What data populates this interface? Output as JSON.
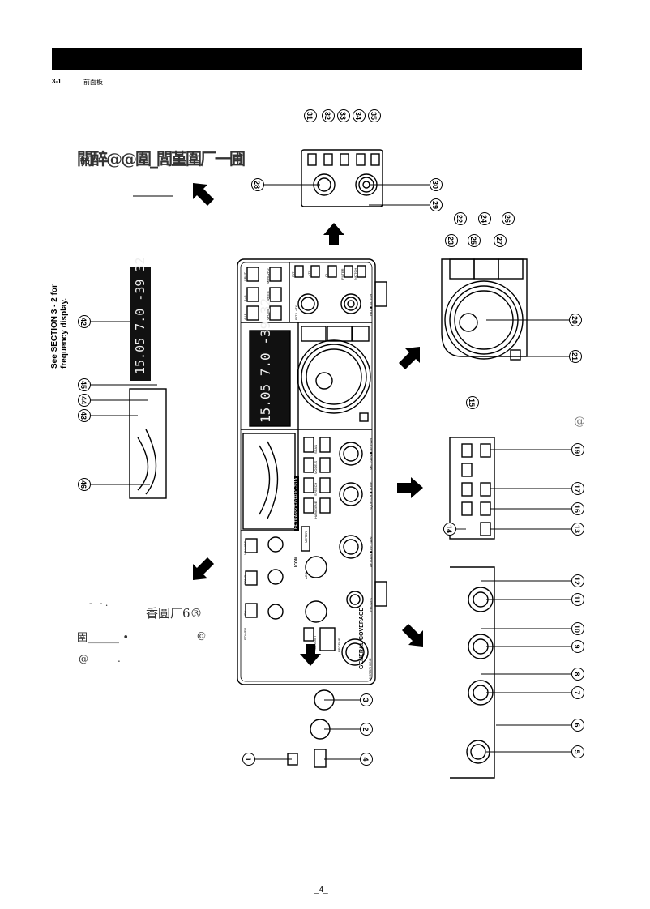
{
  "header": {
    "section_number": "3-1",
    "section_title": "前面板"
  },
  "notes": {
    "frequency_note_line1": "See SECTION 3 - 2 for",
    "frequency_note_line2": "frequency display."
  },
  "display": {
    "frequency": "15.05 7.0 -39 32"
  },
  "ocr_artifacts": {
    "top_left": "關醉@@圍_閭堇圍厂一圃",
    "left_mid_1": "- _- .",
    "left_mid_2": "香圓厂6®",
    "left_mid_3": "圉______-•",
    "left_mid_4": "@",
    "left_mid_5": "@______.",
    "right_mid": "@"
  },
  "callouts": [
    "1",
    "2",
    "3",
    "4",
    "5",
    "6",
    "7",
    "8",
    "9",
    "10",
    "11",
    "12",
    "13",
    "14",
    "15",
    "16",
    "17",
    "19",
    "20",
    "21",
    "22",
    "23",
    "24",
    "25",
    "26",
    "27",
    "28",
    "29",
    "30",
    "31",
    "32",
    "33",
    "34",
    "35",
    "42",
    "43",
    "44",
    "45",
    "46"
  ],
  "panel_labels": {
    "brand": "ICOM",
    "model": "HF TRANSCEIVER IC-751A",
    "general_coverage": "GENERAL COVERAGE",
    "microphone": "MICROPHONE",
    "phones": "PHONES",
    "af_rf_gain": "AF GAIN ◆ RF GAIN",
    "squelch_tone": "SQUELCH ◆ TONE",
    "mic_gain_rf_pwr": "MIC GAIN ◆ RF PWR",
    "pbt_notch": "PBT ◆ NOTCH",
    "rit_xit": "RIT / ⊿TX",
    "power": "POWER",
    "transmit": "TRANSMIT",
    "receive": "RECEIVE",
    "agc": "AGC",
    "meter": "METER",
    "vox": "VOX",
    "comp": "COMP",
    "nb_wide": "NB WIDE",
    "split": "SPLIT",
    "a_b": "A=B",
    "a_slash_b": "A / B",
    "mem_vfo": "Mem-VFO",
    "write": "WRITE",
    "vfo_m": "VFO/M",
    "rit": "RIT",
    "dtx": "⊿TX",
    "cl": "CL",
    "filter": "FILTER",
    "notch": "NOTCH",
    "hamgene": "HAM/GENE",
    "speech": "SPEECH",
    "mode_s": "MODE-S",
    "scan": "SCAN",
    "page_number": "_4_"
  }
}
